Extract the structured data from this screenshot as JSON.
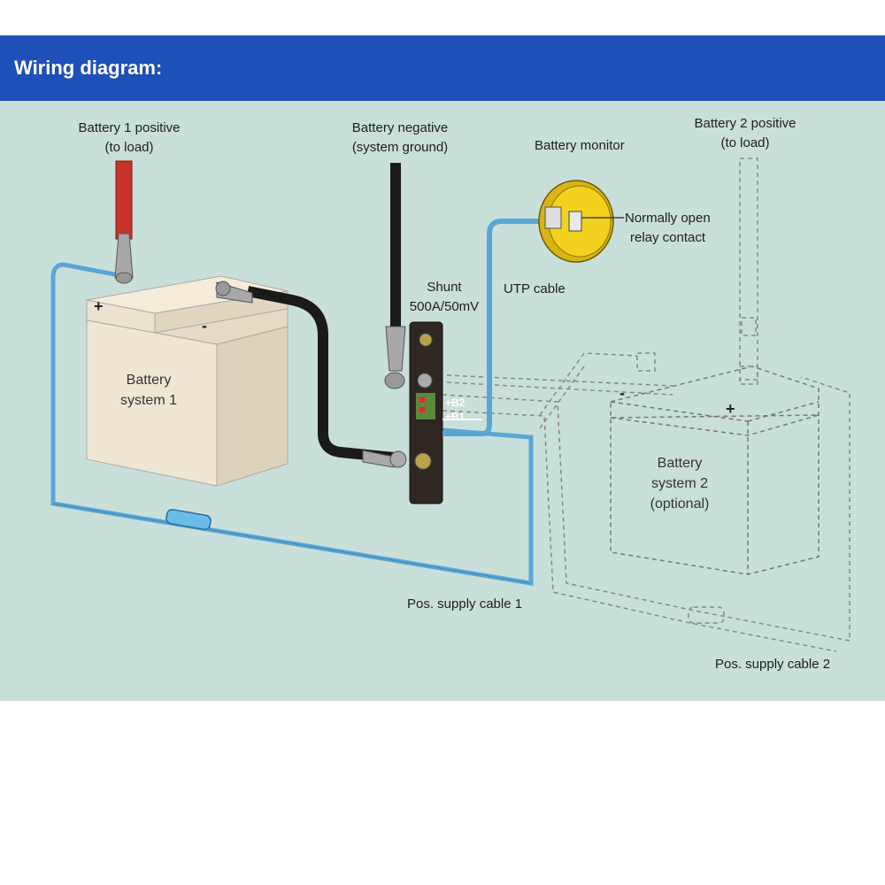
{
  "header": {
    "title": "Wiring diagram:"
  },
  "labels": {
    "battery1_positive": [
      "Battery 1 positive",
      "(to load)"
    ],
    "battery_negative": [
      "Battery negative",
      "(system ground)"
    ],
    "battery_monitor": "Battery monitor",
    "battery2_positive": [
      "Battery 2 positive",
      "(to load)"
    ],
    "relay_contact": [
      "Normally open",
      "relay contact"
    ],
    "shunt": [
      "Shunt",
      "500A/50mV"
    ],
    "utp_cable": "UTP cable",
    "pos_supply_cable_1": "Pos. supply cable 1",
    "pos_supply_cable_2": "Pos. supply cable 2",
    "battery_system_1": [
      "Battery",
      "system 1"
    ],
    "battery_system_2": [
      "Battery",
      "system 2",
      "(optional)"
    ],
    "shunt_b2": "+B2",
    "shunt_b1": "+B1",
    "plus": "+",
    "minus": "-"
  },
  "colors": {
    "header": "#1f4fb8",
    "background": "#c9dfd9",
    "red_cable": "#c8322a",
    "black_cable": "#1a1a1a",
    "blue_cable": "#5aa6d6",
    "monitor": "#f2d21e"
  }
}
